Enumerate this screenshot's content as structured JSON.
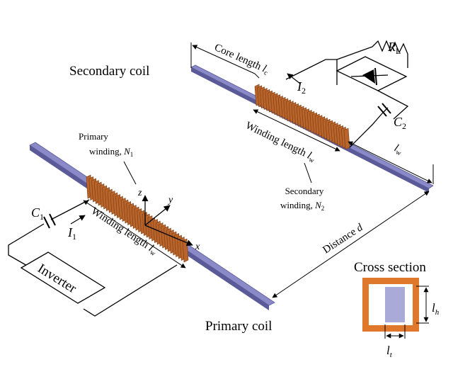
{
  "titles": {
    "secondary_coil": "Secondary coil",
    "primary_coil": "Primary coil",
    "cross_section": "Cross section"
  },
  "labels": {
    "core_length": "Core length",
    "core_length_sym": "l",
    "core_length_sub": "c",
    "winding_length": "Winding length",
    "winding_length_sym": "l",
    "winding_length_sub": "w",
    "lw_sym": "l",
    "lw_sub": "w",
    "distance": "Distance",
    "distance_sym": "d",
    "primary_winding_line1": "Primary",
    "primary_winding_line2": "winding,",
    "primary_winding_sym": "N",
    "primary_winding_sub": "1",
    "secondary_winding_line1": "Secondary",
    "secondary_winding_line2": "winding,",
    "secondary_winding_sym": "N",
    "secondary_winding_sub": "2",
    "inverter": "Inverter",
    "c1_sym": "C",
    "c1_sub": "1",
    "c2_sym": "C",
    "c2_sub": "2",
    "i1_sym": "I",
    "i1_sub": "1",
    "i2_sym": "I",
    "i2_sub": "2",
    "rl_sym": "R",
    "rl_sub": "L",
    "lh_sym": "l",
    "lh_sub": "h",
    "lt_sym": "l",
    "lt_sub": "t",
    "axis_x": "x",
    "axis_y": "y",
    "axis_z": "z"
  },
  "colors": {
    "core": "#8a8ac8",
    "core_dark": "#5a5a98",
    "winding": "#b8642a",
    "winding_dark": "#7a3c14",
    "cross_outer": "#e0782c",
    "line": "#000000"
  }
}
